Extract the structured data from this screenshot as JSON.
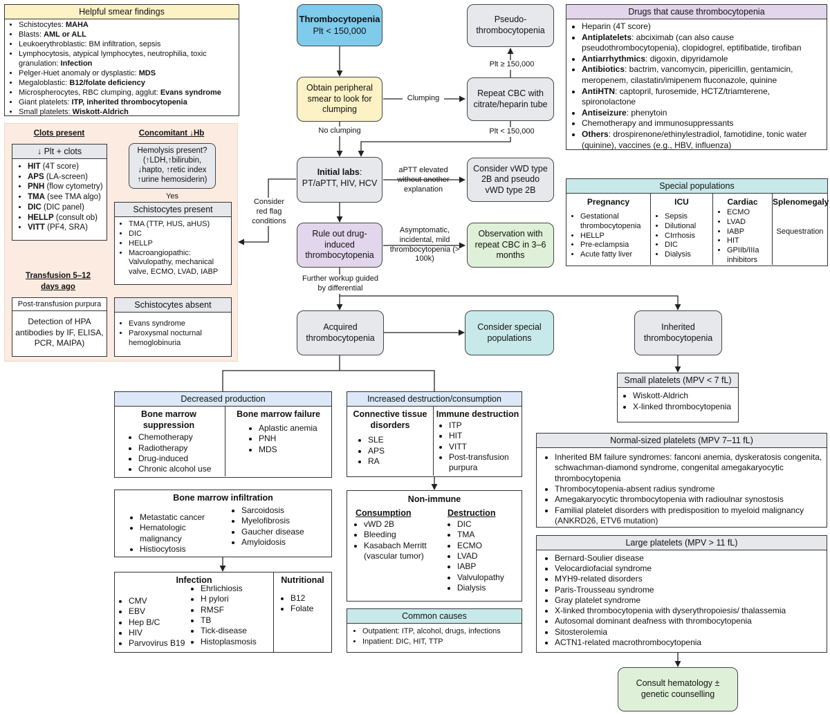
{
  "smear": {
    "title": "Helpful smear findings",
    "items": [
      {
        "t": "Schistocytes: ",
        "b": "MAHA"
      },
      {
        "t": "Blasts: ",
        "b": "AML or ALL"
      },
      {
        "t": "Leukoerythroblastic: BM infiltration, sepsis",
        "b": ""
      },
      {
        "t": "Lymphocytosis, atypical lymphocytes, neutrophilia, toxic granulation: ",
        "b": "Infection"
      },
      {
        "t": "Pelger-Huet anomaly or dysplastic: ",
        "b": "MDS"
      },
      {
        "t": "Megaloblastic: ",
        "b": "B12/folate deficiency"
      },
      {
        "t": "Microspherocytes, RBC clumping, agglut: ",
        "b": "Evans syndrome"
      },
      {
        "t": "Giant platelets: ",
        "b": "ITP, inherited thrombocytopenia"
      },
      {
        "t": "Small platelets: ",
        "b": "Wiskott-Aldrich"
      }
    ]
  },
  "clots": {
    "heading": "Clots present",
    "box_title": "↓ Plt + clots",
    "items": [
      {
        "b": "HIT",
        "t": " (4T score)"
      },
      {
        "b": "APS",
        "t": " (LA-screen)"
      },
      {
        "b": "PNH",
        "t": " (flow cytometry)"
      },
      {
        "b": "TMA",
        "t": " (see TMA algo)"
      },
      {
        "b": "DIC",
        "t": " (DIC panel)"
      },
      {
        "b": "HELLP",
        "t": " (consult ob)"
      },
      {
        "b": "VITT",
        "t": " (PF4, SRA)"
      }
    ]
  },
  "hb": {
    "heading": "Concomitant ↓Hb",
    "hemolysis": "Hemolysis present? (↑LDH,↑bilirubin, ↓hapto, ↑retic index ↑urine hemosiderin)",
    "yes": "Yes",
    "schisto_present": "Schistocytes present",
    "present_items": [
      "TMA (TTP, HUS, aHUS)",
      "DIC",
      "HELLP",
      "Macroangiopathic: Valvulopathy, mechanical valve, ECMO, LVAD, IABP"
    ],
    "schisto_absent": "Schistocytes absent",
    "absent_items": [
      "Evans syndrome",
      "Paroxysmal nocturnal hemoglobinuria"
    ]
  },
  "transfusion": {
    "heading": "Transfusion 5–12 days ago",
    "box_title": "Post-transfusion purpura",
    "text": "Detection of HPA antibodies by IF, ELISA, PCR, MAIPA)"
  },
  "flow": {
    "thrombo_title": "Thrombocytopenia",
    "thrombo_sub": "Plt < 150,000",
    "pseudo": "Pseudo-thrombocytopenia",
    "smear": "Obtain peripheral smear to look for clumping",
    "clumping": "Clumping",
    "repeat": "Repeat CBC with citrate/heparin tube",
    "plt_ge": "Plt ≥ 150,000",
    "plt_lt": "Plt < 150,000",
    "no_clumping": "No clumping",
    "initial_b": "Initial labs",
    "initial_t": ": PT/aPTT, HIV, HCV",
    "aptt": "aPTT elevated without another explanation",
    "vwd": "Consider vWD type 2B and pseudo vWD type 2B",
    "red_flag": "Consider red flag conditions",
    "ruleout": "Rule out drug-induced thrombocytopenia",
    "asymp": "Asymptomatic, incidental, mild thrombocytopenia (> 100k)",
    "observe": "Observation with repeat CBC in 3–6 months",
    "further": "Further workup guided by differential",
    "acquired": "Acquired thrombocytopenia",
    "special_node": "Consider special populations",
    "inherited": "Inherited thrombocytopenia"
  },
  "drugs": {
    "title": "Drugs that cause thrombocytopenia",
    "items": [
      {
        "b": "",
        "t": "Heparin (4T score)"
      },
      {
        "b": "Antiplatelets",
        "t": ": abciximab (can also cause pseudothrombocytopenia), clopidogrel, eptifibatide, tirofiban"
      },
      {
        "b": "Antiarrhythmics",
        "t": ": digoxin, dipyridamole"
      },
      {
        "b": "Antibiotics",
        "t": ": bactrim, vancomycin, pipericillin, gentamicin, meropenem, cilastatin/imipenem fluconazole, quinine"
      },
      {
        "b": "AntiHTN",
        "t": ": captopril, furosemide, HCTZ/triamterene, spironolactone"
      },
      {
        "b": "Antiseizure",
        "t": ": phenytoin"
      },
      {
        "b": "",
        "t": "Chemotherapy and immunosuppressants"
      },
      {
        "b": "Others",
        "t": ": drospirenone/ethinylestradiol, famotidine, tonic water (quinine), vaccines (e.g., HBV, influenza)"
      }
    ]
  },
  "special": {
    "title": "Special populations",
    "cols": [
      {
        "h": "Pregnancy",
        "items": [
          "Gestational thrombocytopenia",
          "HELLP",
          "Pre-eclampsia",
          "Acute fatty liver"
        ]
      },
      {
        "h": "ICU",
        "items": [
          "Sepsis",
          "Dilutional",
          "CIrrhosis",
          "DIC",
          "Dialysis"
        ]
      },
      {
        "h": "Cardiac",
        "items": [
          "ECMO",
          "LVAD",
          "IABP",
          "HIT",
          "GPIIb/IIIa inhibitors"
        ]
      },
      {
        "h": "Splenomegaly",
        "text": "Sequestration"
      }
    ]
  },
  "decreased": {
    "title": "Decreased production",
    "suppression_h": "Bone marrow suppression",
    "suppression": [
      "Chemotherapy",
      "Radiotherapy",
      "Drug-induced",
      "Chronic alcohol use"
    ],
    "failure_h": "Bone marrow failure",
    "failure": [
      "Aplastic anemia",
      "PNH",
      "MDS"
    ]
  },
  "infiltration": {
    "title": "Bone marrow infiltration",
    "left": [
      "Metastatic cancer",
      "Hematologic malignancy",
      "Histiocytosis"
    ],
    "right": [
      "Sarcoidosis",
      "Myelofibrosis",
      "Gaucher disease",
      "Amyloidosis"
    ]
  },
  "infection": {
    "title": "Infection",
    "left": [
      "CMV",
      "EBV",
      "Hep B/C",
      "HIV",
      "Parvovirus B19"
    ],
    "right": [
      "Ehrlichiosis",
      "H pylori",
      "RMSF",
      "TB",
      "Tick-disease",
      "Histoplasmosis"
    ],
    "nutri_title": "Nutritional",
    "nutri": [
      "B12",
      "Folate"
    ]
  },
  "increased": {
    "title": "Increased destruction/consumption",
    "ctd_h": "Connective tissue disorders",
    "ctd": [
      "SLE",
      "APS",
      "RA"
    ],
    "immune_h": "Immune destruction",
    "immune": [
      "ITP",
      "HIT",
      "VITT",
      "Post-transfusion purpura"
    ]
  },
  "nonimmune": {
    "title": "Non-immune",
    "cons_h": "Consumption",
    "cons": [
      "vWD 2B",
      "Bleeding",
      "Kasabach Merritt (vascular tumor)"
    ],
    "dest_h": "Destruction",
    "dest": [
      "DIC",
      "TMA",
      "ECMO",
      "LVAD",
      "IABP",
      "Valvulopathy",
      "Dialysis"
    ]
  },
  "common": {
    "title": "Common causes",
    "items": [
      "Outpatient: ITP, alcohol, drugs, infections",
      "Inpatient: DIC, HIT, TTP"
    ]
  },
  "small_plt": {
    "title": "Small platelets (MPV < 7 fL)",
    "items": [
      "Wiskott-Aldrich",
      "X-linked thrombocytopenia"
    ]
  },
  "normal_plt": {
    "title": "Normal-sized platelets (MPV 7–11 fL)",
    "items": [
      "Inherited BM failure syndromes: fanconi anemia, dyskeratosis congenita, schwachman-diamond syndrome, congenital amegakaryocytic thrombocytopenia",
      "Thrombocytopenia-absent radius syndrome",
      "Amegakaryocytic thrombocytopenia with radioulnar synostosis",
      "Familial platelet disorders with predisposition to myeloid malignancy (ANKRD26, ETV6 mutation)"
    ]
  },
  "large_plt": {
    "title": "Large platelets (MPV > 11 fL)",
    "items": [
      "Bernard-Soulier disease",
      "Velocardiofacial syndrome",
      "MYH9-related disorders",
      "Paris-Trousseau syndrome",
      "Gray platelet syndrome",
      "X-linked thrombocytopenia with dyserythropoiesis/ thalassemia",
      "Autosomal dominant deafness with thrombocytopenia",
      "Sitosterolemia",
      "ACTN1-related macrothrombocytopenia"
    ]
  },
  "consult": "Consult hematology ± genetic counselling",
  "colors": {
    "thrombo": "#7ecbec",
    "smear": "#fdf2c6",
    "grey": "#e6e8ec",
    "purple": "#e2d6ec",
    "green": "#dff0d8",
    "teal": "#c8e9ea",
    "peach": "#fcebe1",
    "blue_hdr": "#dce8f8"
  }
}
